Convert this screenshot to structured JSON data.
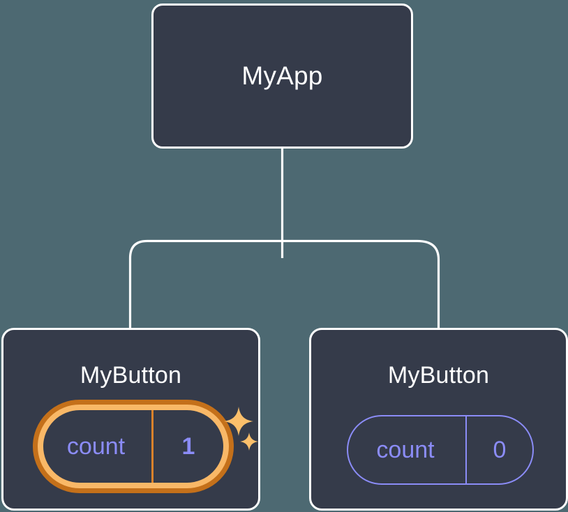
{
  "diagram": {
    "kind": "component-tree",
    "background_color": "#4d6972",
    "node_fill_color": "#353b4a",
    "node_border_color": "#ffffff",
    "connector_color": "#ffffff",
    "state_color": "#8b8cf7",
    "highlight_outer_color": "#c4701a",
    "highlight_inner_color": "#f9b867"
  },
  "root": {
    "title": "MyApp"
  },
  "children": [
    {
      "title": "MyButton",
      "state": {
        "key": "count",
        "value": "1",
        "highlighted": true,
        "sparkle_large": "sparkle-icon",
        "sparkle_small": "sparkle-icon"
      }
    },
    {
      "title": "MyButton",
      "state": {
        "key": "count",
        "value": "0",
        "highlighted": false
      }
    }
  ]
}
